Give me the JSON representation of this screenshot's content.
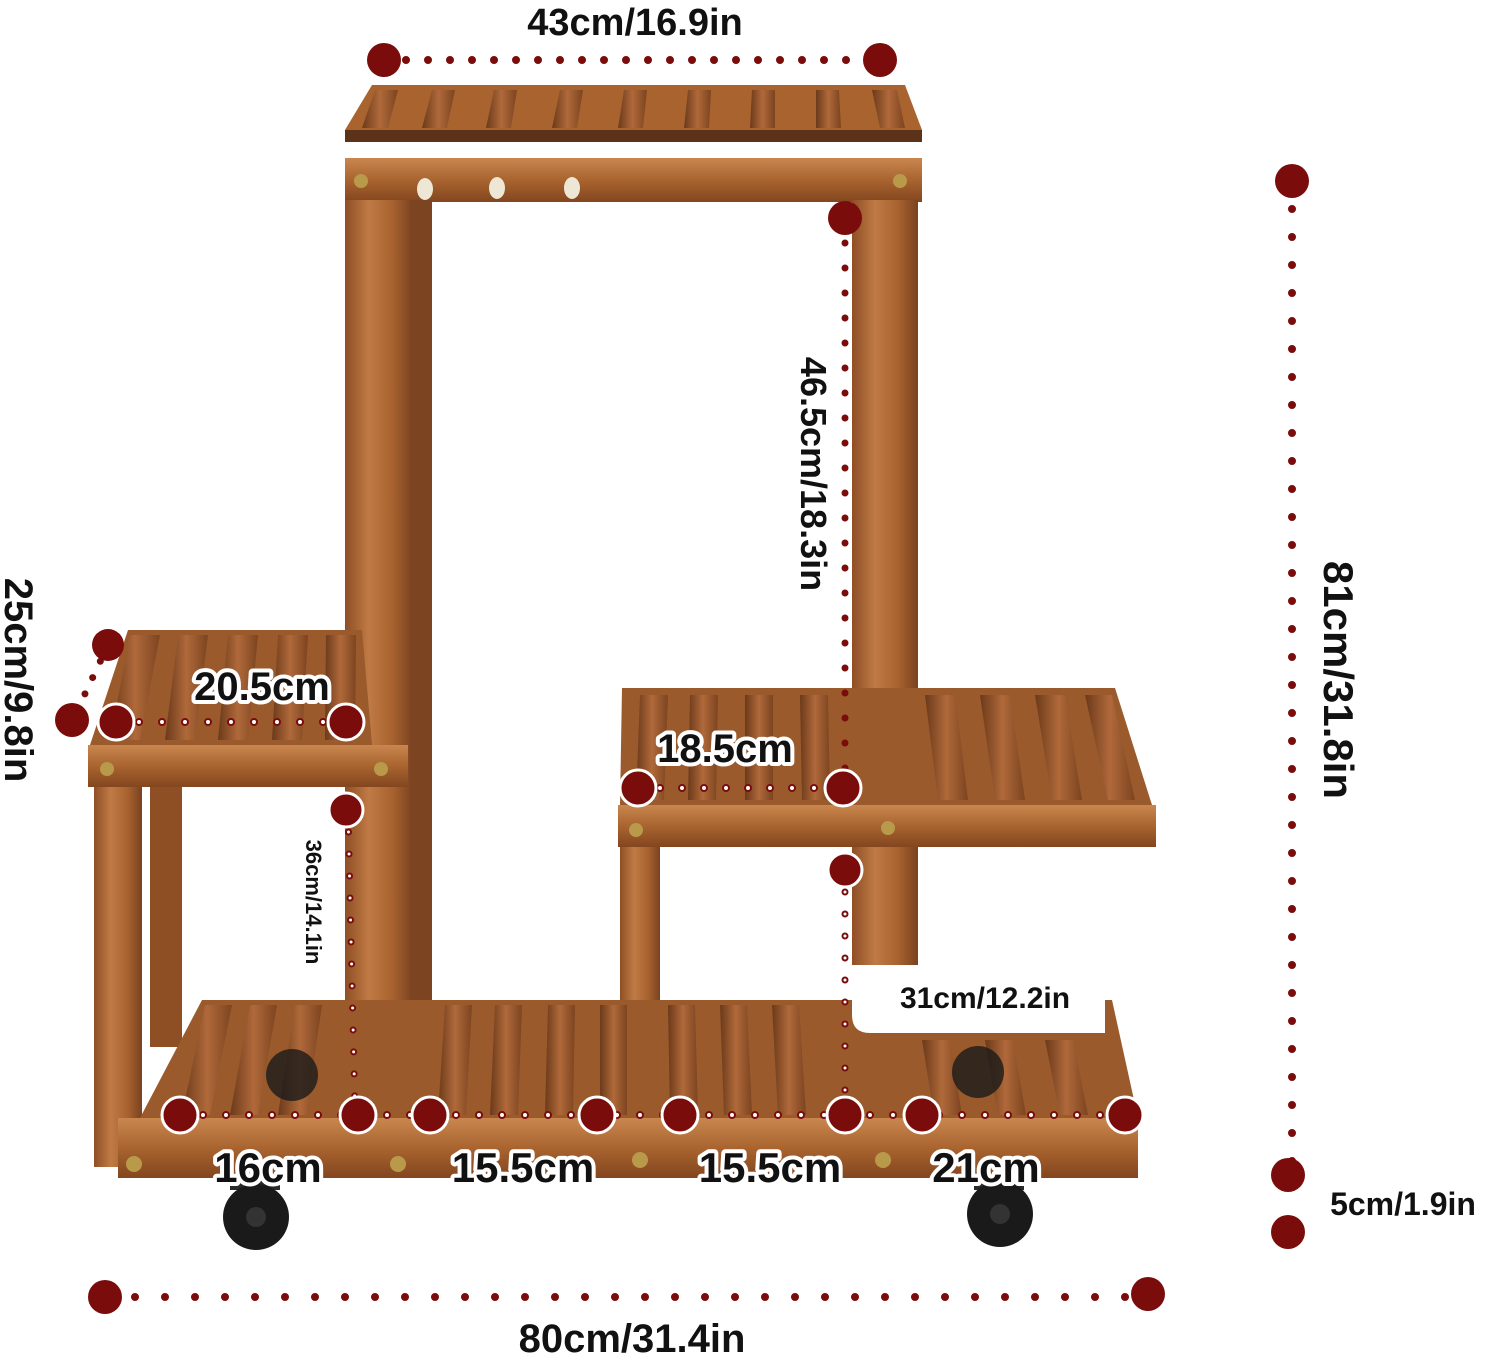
{
  "colors": {
    "wood_light": "#b8733e",
    "wood_mid": "#9a5a2c",
    "wood_dark": "#5c3218",
    "marker": "#7a0c0c",
    "wheel": "#1a1a1a",
    "bolt": "#b89a4a"
  },
  "dimensions": {
    "top_width": "43cm/16.9in",
    "upper_section_height": "46.5cm/18.3in",
    "left_shelf_depth": "25cm/9.8in",
    "left_shelf_width": "20.5cm",
    "middle_shelf_width": "18.5cm",
    "left_section_height": "36cm/14.1in",
    "right_lower_height": "31cm/12.2in",
    "total_height": "81cm/31.8in",
    "wheel_height": "5cm/1.9in",
    "total_width": "80cm/31.4in",
    "bottom_segments": [
      "16cm",
      "15.5cm",
      "15.5cm",
      "21cm"
    ]
  }
}
